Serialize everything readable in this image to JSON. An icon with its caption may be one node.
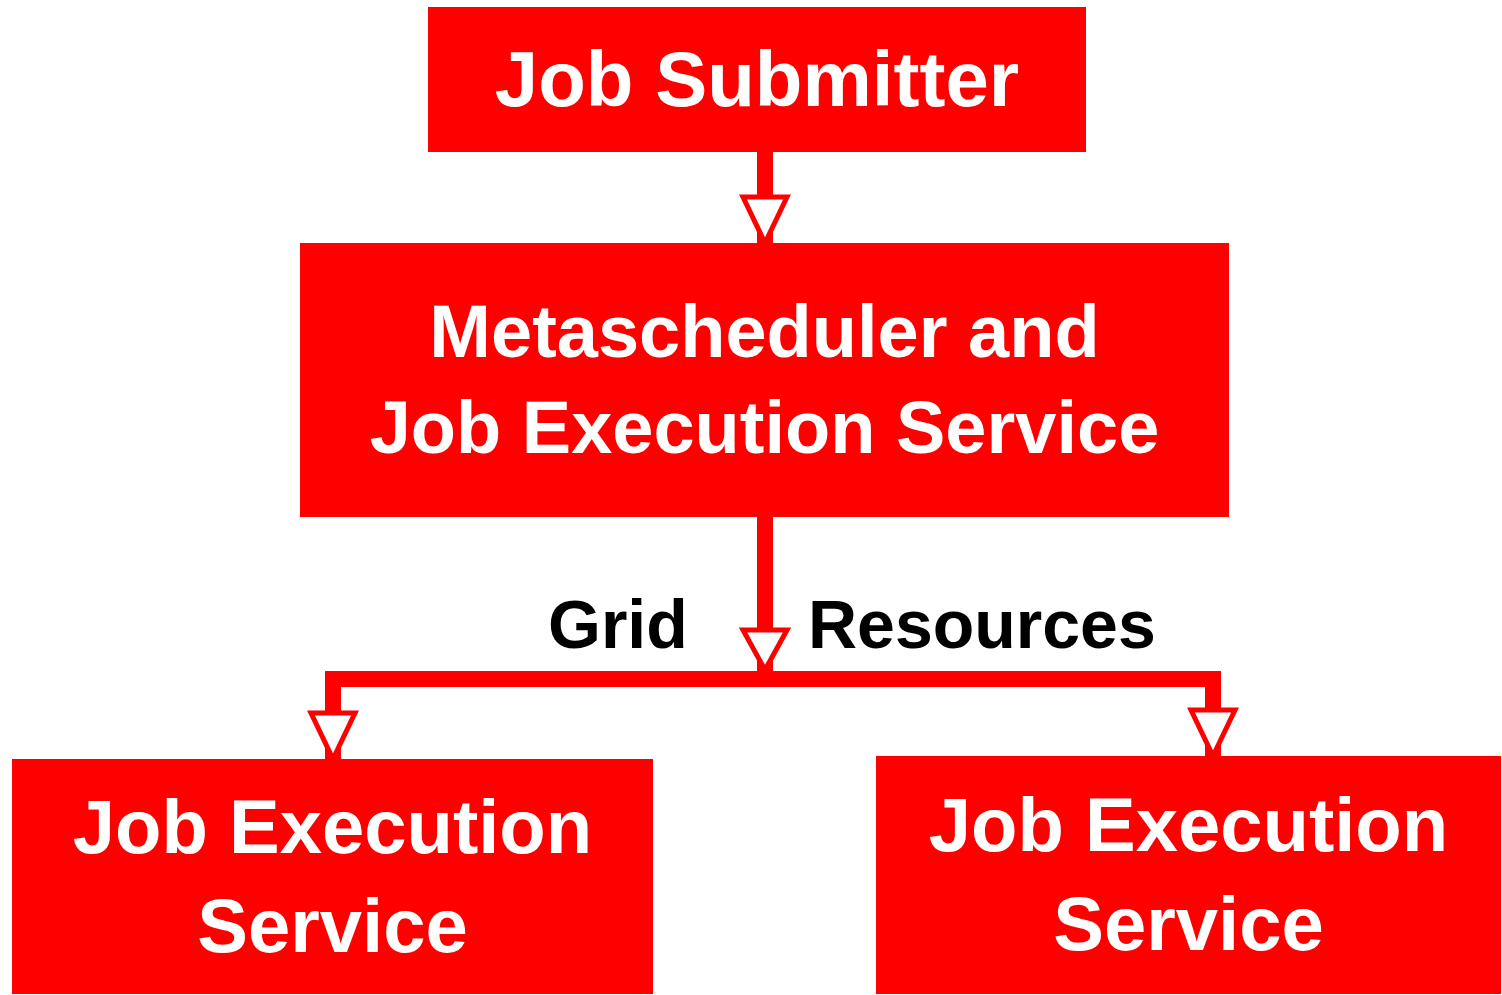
{
  "diagram": {
    "nodes": [
      {
        "text": [
          "Job Submitter"
        ]
      },
      {
        "text": [
          "Metascheduler and Job Execution Service"
        ]
      },
      {
        "text": [
          "Job Execution Service"
        ]
      },
      {
        "text": [
          "Job Execution Service"
        ]
      }
    ],
    "edges": [
      {
        "from": 0,
        "to": 1,
        "arrow": "to"
      },
      {
        "from": 1,
        "to": 2,
        "arrow": "to"
      },
      {
        "from": 1,
        "to": 3,
        "arrow": "to"
      }
    ],
    "labels": [
      "Grid",
      "Resources"
    ]
  }
}
